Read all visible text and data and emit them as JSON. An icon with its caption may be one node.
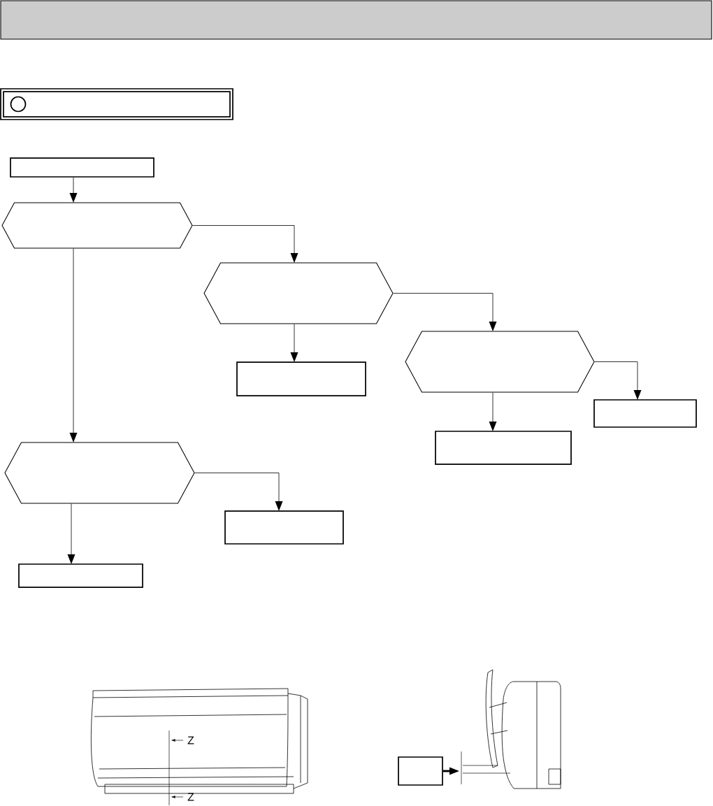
{
  "diagram": {
    "nodes": [
      {
        "text": [],
        "shape": "box"
      },
      {
        "text": [],
        "shape": "hexagon"
      },
      {
        "text": [],
        "shape": "hexagon"
      },
      {
        "text": [],
        "shape": "hexagon"
      },
      {
        "text": [],
        "shape": "box"
      },
      {
        "text": [],
        "shape": "box"
      },
      {
        "text": [],
        "shape": "box"
      },
      {
        "text": [],
        "shape": "hexagon"
      },
      {
        "text": [],
        "shape": "box"
      },
      {
        "text": [],
        "shape": "box"
      },
      {
        "text": [],
        "shape": "box"
      }
    ],
    "edges": [
      {
        "from": 0,
        "to": 1,
        "arrow": "to"
      },
      {
        "from": 1,
        "to": 2,
        "arrow": "to"
      },
      {
        "from": 1,
        "to": 7,
        "arrow": "to"
      },
      {
        "from": 2,
        "to": 4,
        "arrow": "to"
      },
      {
        "from": 2,
        "to": 3,
        "arrow": "to"
      },
      {
        "from": 3,
        "to": 6,
        "arrow": "to"
      },
      {
        "from": 3,
        "to": 5,
        "arrow": "to"
      },
      {
        "from": 7,
        "to": 8,
        "arrow": "to"
      },
      {
        "from": 7,
        "to": 9,
        "arrow": "to"
      },
      {
        "from": 10,
        "to": null,
        "arrow": "to",
        "style": "thick"
      }
    ],
    "labels": [
      "Z",
      "Z"
    ]
  }
}
